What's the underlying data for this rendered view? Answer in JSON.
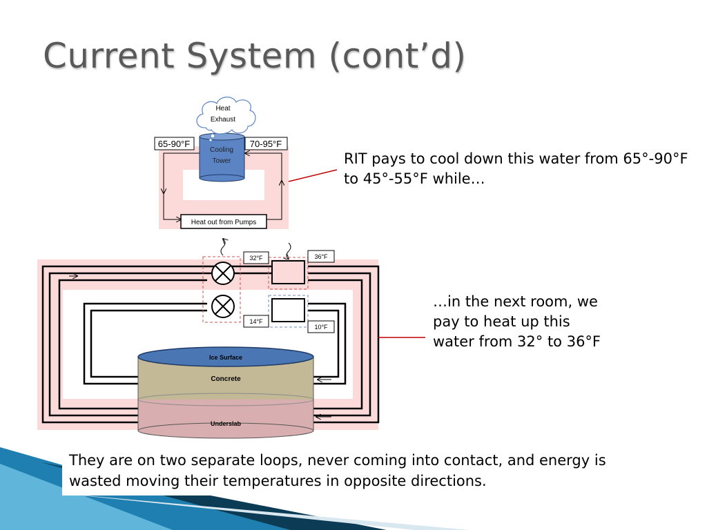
{
  "slide": {
    "title": "Current System (cont’d)",
    "callout_top": "RIT pays to cool down this water from 65°-90°F to 45°-55°F while…",
    "callout_right": "…in the next room, we pay to heat up this water from 32° to 36°F",
    "bottom_note": "They are on two separate loops, never coming into contact, and energy is wasted moving their temperatures in opposite directions."
  },
  "diagram": {
    "cloud_line1": "Heat",
    "cloud_line2": "Exhaust",
    "tower_line1": "Cooling",
    "tower_line2": "Tower",
    "temp_left": "65-90°F",
    "temp_right": "70-95°F",
    "heat_out_label": "Heat out from Pumps",
    "label_32": "32°F",
    "label_36": "36°F",
    "label_14": "14°F",
    "label_10": "10°F",
    "ice_surface": "Ice Surface",
    "concrete": "Concrete",
    "underslab": "Underslab"
  },
  "colors": {
    "pink_loop": "#fcdada",
    "ice_blue": "#4a77b4",
    "concrete": "#c4b996",
    "underslab": "#d9aeb0",
    "callout_line": "#c00000",
    "tower_blue": "#5b84c4"
  }
}
